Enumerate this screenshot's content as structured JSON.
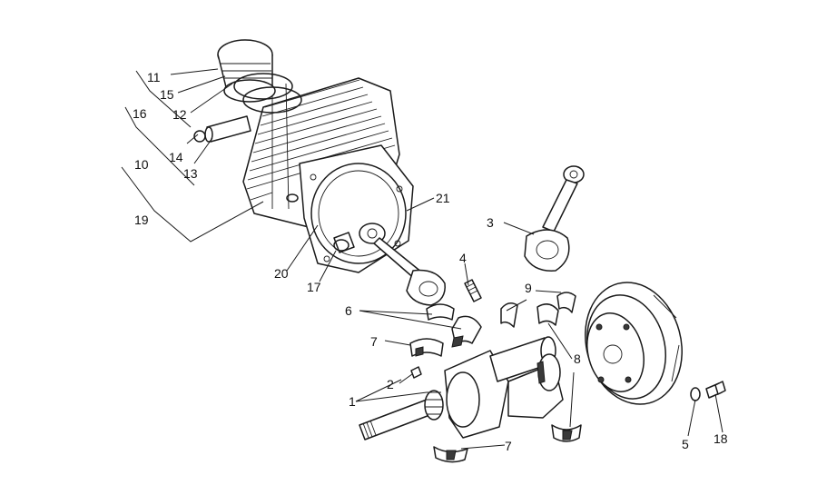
{
  "diagram": {
    "callouts": [
      {
        "id": "c11",
        "label": "11"
      },
      {
        "id": "c15",
        "label": "15"
      },
      {
        "id": "c12",
        "label": "12"
      },
      {
        "id": "c16",
        "label": "16"
      },
      {
        "id": "c14",
        "label": "14"
      },
      {
        "id": "c10",
        "label": "10"
      },
      {
        "id": "c13",
        "label": "13"
      },
      {
        "id": "c19",
        "label": "19"
      },
      {
        "id": "c20",
        "label": "20"
      },
      {
        "id": "c17",
        "label": "17"
      },
      {
        "id": "c21",
        "label": "21"
      },
      {
        "id": "c3",
        "label": "3"
      },
      {
        "id": "c4",
        "label": "4"
      },
      {
        "id": "c9",
        "label": "9"
      },
      {
        "id": "c6",
        "label": "6"
      },
      {
        "id": "c7a",
        "label": "7"
      },
      {
        "id": "c2",
        "label": "2"
      },
      {
        "id": "c1",
        "label": "1"
      },
      {
        "id": "c8",
        "label": "8"
      },
      {
        "id": "c7b",
        "label": "7"
      },
      {
        "id": "c5",
        "label": "5"
      },
      {
        "id": "c18",
        "label": "18"
      }
    ]
  }
}
